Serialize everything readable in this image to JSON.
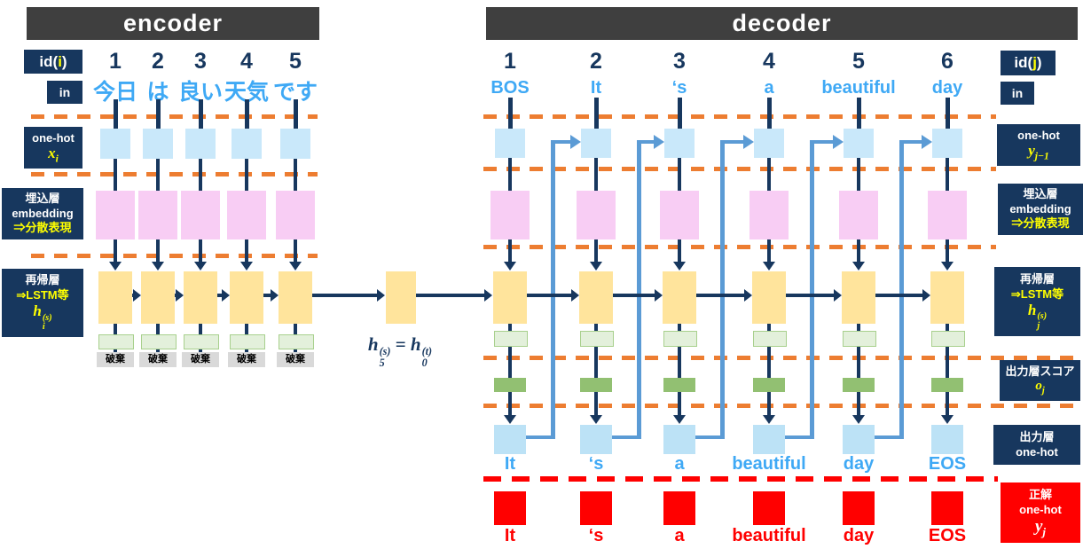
{
  "header": {
    "encoder": "encoder",
    "decoder": "decoder"
  },
  "axis": {
    "id_prefix": "id(",
    "id_var_i": "i",
    "id_var_j": "j",
    "id_suffix": ")",
    "in_label": "in"
  },
  "encoder": {
    "ids": [
      "1",
      "2",
      "3",
      "4",
      "5"
    ],
    "words": [
      "今日",
      "は",
      "良い",
      "天気",
      "です"
    ],
    "discard_label": "破棄"
  },
  "decoder": {
    "ids": [
      "1",
      "2",
      "3",
      "4",
      "5",
      "6"
    ],
    "input_words": [
      "BOS",
      "It",
      "‘s",
      "a",
      "beautiful",
      "day"
    ],
    "output_words": [
      "It",
      "‘s",
      "a",
      "beautiful",
      "day",
      "EOS"
    ],
    "target_words": [
      "It",
      "‘s",
      "a",
      "beautiful",
      "day",
      "EOS"
    ]
  },
  "labels": {
    "left": {
      "one_hot": "one-hot",
      "x_base": "x",
      "x_sub": "i",
      "embed_line1": "埋込層",
      "embed_line2": "embedding",
      "embed_line3": "⇒分散表現",
      "rnn_line1": "再帰層",
      "rnn_line2": "⇒LSTM等",
      "h_base": "h",
      "h_sub": "i",
      "h_sup": "(s)"
    },
    "right": {
      "one_hot": "one-hot",
      "y_base": "y",
      "y_sub": "j−1",
      "embed_line1": "埋込層",
      "embed_line2": "embedding",
      "embed_line3": "⇒分散表現",
      "rnn_line1": "再帰層",
      "rnn_line2": "⇒LSTM等",
      "h_base": "h",
      "h_sub": "j",
      "h_sup": "(s)",
      "score_line1": "出力層スコア",
      "o_base": "o",
      "o_sub": "j",
      "out_line1": "出力層",
      "out_line2": "one-hot",
      "ans_line1": "正解",
      "ans_line2": "one-hot",
      "ans_y_base": "y",
      "ans_y_sub": "j"
    }
  },
  "formula": {
    "left_base": "h",
    "left_sub": "5",
    "left_sup": "(s)",
    "equals": "=",
    "right_base": "h",
    "right_sub": "0",
    "right_sup": "(t)"
  },
  "colors": {
    "navy": "#17375E",
    "header_gray": "#3F3F3F",
    "word_blue": "#3FA9F5",
    "orange_dash": "#ED7D31",
    "steel_arrow": "#5B9BD5",
    "yellow_text": "#FFFF00",
    "red": "#FF0000",
    "box_onehot_blue": "#C9E8FA",
    "box_output_blue": "#BCE2F6",
    "box_embed_pink": "#F8CDF4",
    "box_rnn_yellow": "#FFE49C",
    "box_green_light": "#E3F0DB",
    "box_green_dark": "#92C072",
    "discard_gray": "#D9D9D9"
  }
}
